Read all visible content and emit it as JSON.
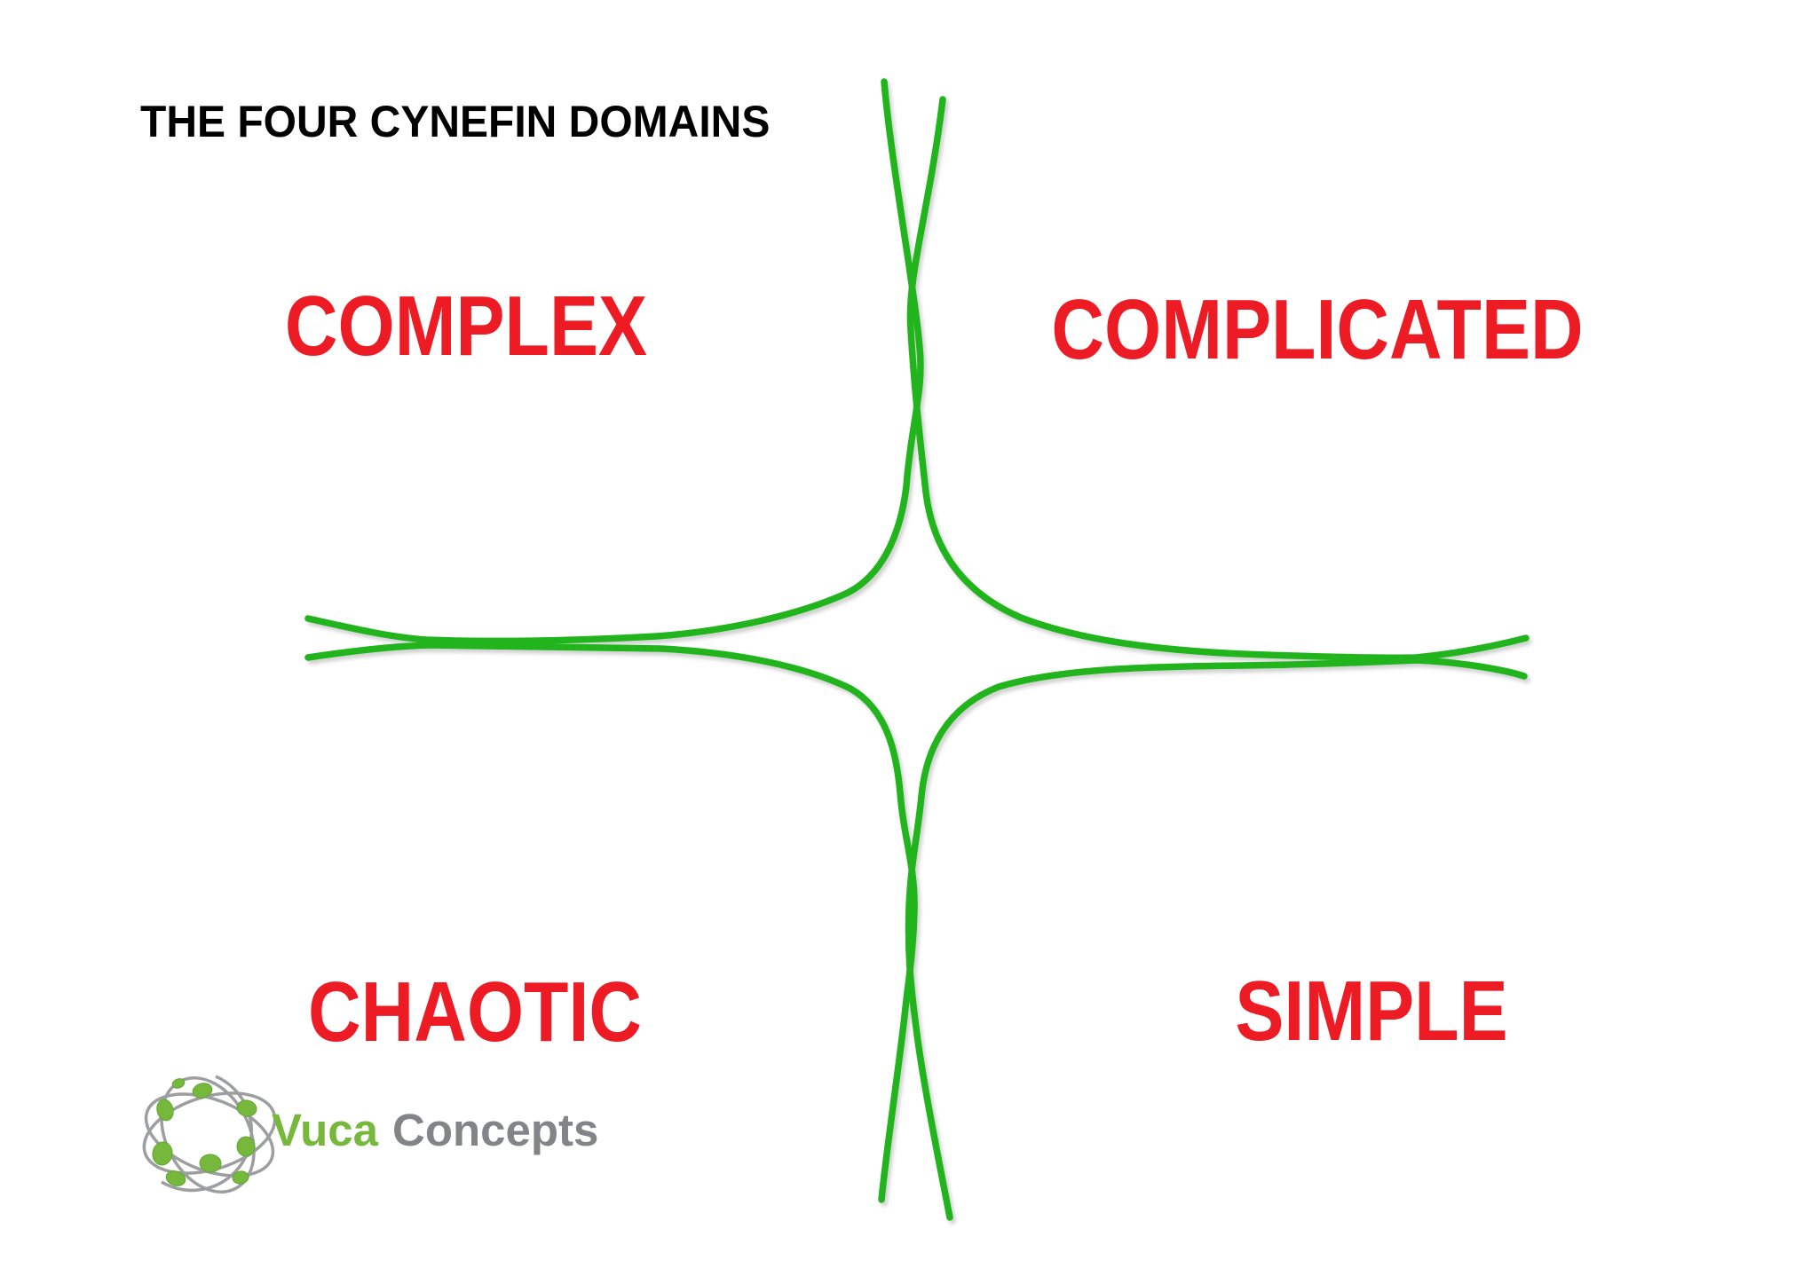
{
  "title": "THE FOUR CYNEFIN DOMAINS",
  "quadrants": {
    "top_left": "COMPLEX",
    "top_right": "COMPLICATED",
    "bottom_left": "CHAOTIC",
    "bottom_right": "SIMPLE"
  },
  "logo": {
    "brand_primary": "Vuca",
    "brand_secondary": "Concepts"
  },
  "colors": {
    "label_red": "#ED1C24",
    "divider_green": "#21B41B",
    "title_black": "#000000",
    "logo_green": "#76B83B",
    "logo_gray": "#828487",
    "logo_arc_gray": "#9D9EA0"
  }
}
